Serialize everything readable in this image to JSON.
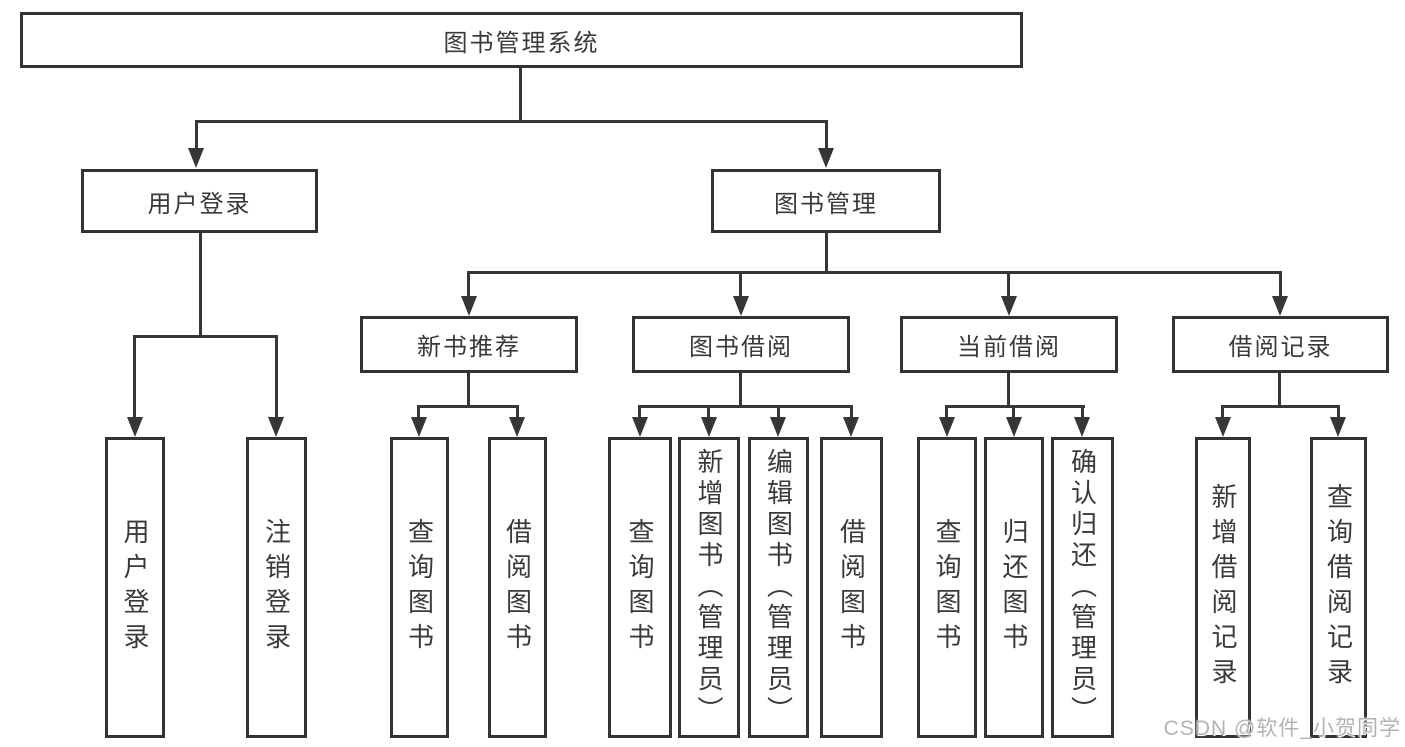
{
  "diagram": {
    "type": "functional-structure-tree",
    "colors": {
      "line": "#363636",
      "border": "#333333",
      "text": "#3a3a3a",
      "background": "#ffffff",
      "watermark": "#b3b3b3"
    },
    "tree": {
      "root": {
        "label": "图书管理系统",
        "children": [
          {
            "label": "用户登录",
            "children": [
              {
                "label": "用户登录"
              },
              {
                "label": "注销登录"
              }
            ]
          },
          {
            "label": "图书管理",
            "children": [
              {
                "label": "新书推荐",
                "children": [
                  {
                    "label": "查询图书"
                  },
                  {
                    "label": "借阅图书"
                  }
                ]
              },
              {
                "label": "图书借阅",
                "children": [
                  {
                    "label": "查询图书"
                  },
                  {
                    "label": "新增图书（管理员）"
                  },
                  {
                    "label": "编辑图书（管理员）"
                  },
                  {
                    "label": "借阅图书"
                  }
                ]
              },
              {
                "label": "当前借阅",
                "children": [
                  {
                    "label": "查询图书"
                  },
                  {
                    "label": "归还图书"
                  },
                  {
                    "label": "确认归还（管理员）"
                  }
                ]
              },
              {
                "label": "借阅记录",
                "children": [
                  {
                    "label": "新增借阅记录"
                  },
                  {
                    "label": "查询借阅记录"
                  }
                ]
              }
            ]
          }
        ]
      }
    },
    "watermark": "CSDN @软件_小贺同学"
  }
}
